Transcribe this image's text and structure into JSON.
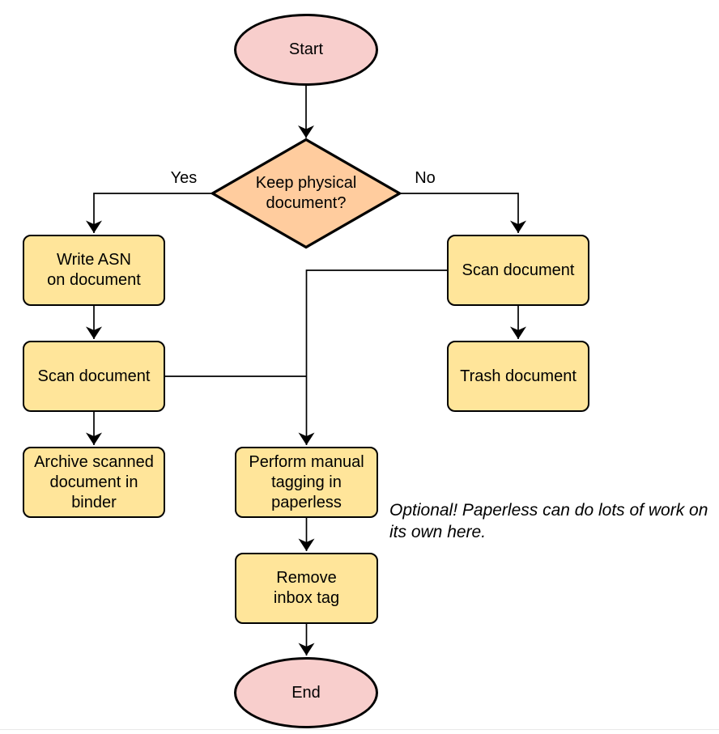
{
  "nodes": {
    "start": {
      "label": "Start",
      "type": "terminator"
    },
    "decision": {
      "label": "Keep physical\ndocument?",
      "type": "decision"
    },
    "write_asn": {
      "label": "Write ASN\non document",
      "type": "process"
    },
    "scan_left": {
      "label": "Scan document",
      "type": "process"
    },
    "archive": {
      "label": "Archive scanned\ndocument in\nbinder",
      "type": "process"
    },
    "scan_right": {
      "label": "Scan document",
      "type": "process"
    },
    "trash": {
      "label": "Trash document",
      "type": "process"
    },
    "tagging": {
      "label": "Perform manual\ntagging in\npaperless",
      "type": "process"
    },
    "remove_inbox": {
      "label": "Remove\ninbox tag",
      "type": "process"
    },
    "end": {
      "label": "End",
      "type": "terminator"
    }
  },
  "edge_labels": {
    "yes": "Yes",
    "no": "No"
  },
  "annotation": {
    "text": "Optional! Paperless can do lots of work on\nits own here."
  },
  "colors": {
    "background": "#ffffff",
    "terminator_fill": "#f8cecc",
    "decision_fill": "#ffcc9e",
    "process_fill": "#ffe59a",
    "stroke": "#000000",
    "edge": "#000000",
    "text": "#000000",
    "page_divider": "#e9e9e9"
  }
}
